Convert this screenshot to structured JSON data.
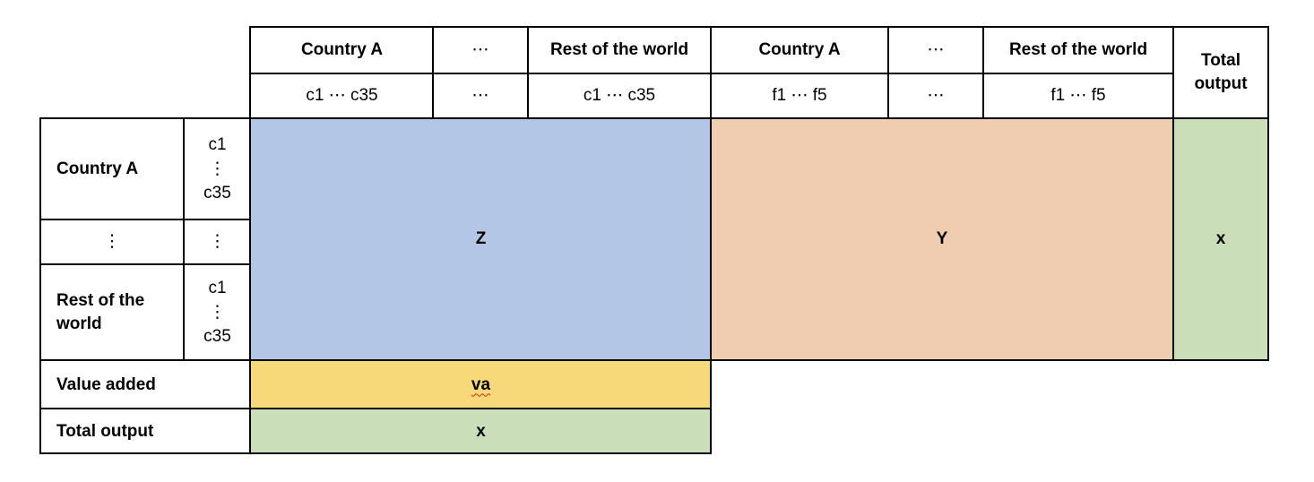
{
  "column_groups": {
    "intermediate": {
      "country_a": "Country A",
      "ellipsis": "⋯",
      "rest_of_world": "Rest of the world"
    },
    "final": {
      "country_a": "Country A",
      "ellipsis": "⋯",
      "rest_of_world": "Rest of the world"
    },
    "total_output": "Total output"
  },
  "column_subheaders": {
    "intermediate_a": "c1 ⋯ c35",
    "intermediate_ellipsis": "⋯",
    "intermediate_rw": "c1 ⋯ c35",
    "final_a": "f1 ⋯ f5",
    "final_ellipsis": "⋯",
    "final_rw": "f1 ⋯ f5"
  },
  "rows": {
    "country_a": {
      "label": "Country A",
      "sectors": [
        "c1",
        "⋮",
        "c35"
      ]
    },
    "ellipsis": {
      "label": "⋮",
      "sector": "⋮"
    },
    "rest_of_world": {
      "label": "Rest of the world",
      "sectors": [
        "c1",
        "⋮",
        "c35"
      ]
    },
    "value_added": "Value added",
    "total_output": "Total output"
  },
  "blocks": {
    "intermediate": "Z",
    "final_demand": "Y",
    "total_output_col": "x",
    "value_added": "va",
    "total_output_row": "x"
  },
  "colors": {
    "intermediate": "#b4c6e5",
    "final_demand": "#f0cdb0",
    "total_output": "#cadfb9",
    "value_added": "#f8d979"
  }
}
